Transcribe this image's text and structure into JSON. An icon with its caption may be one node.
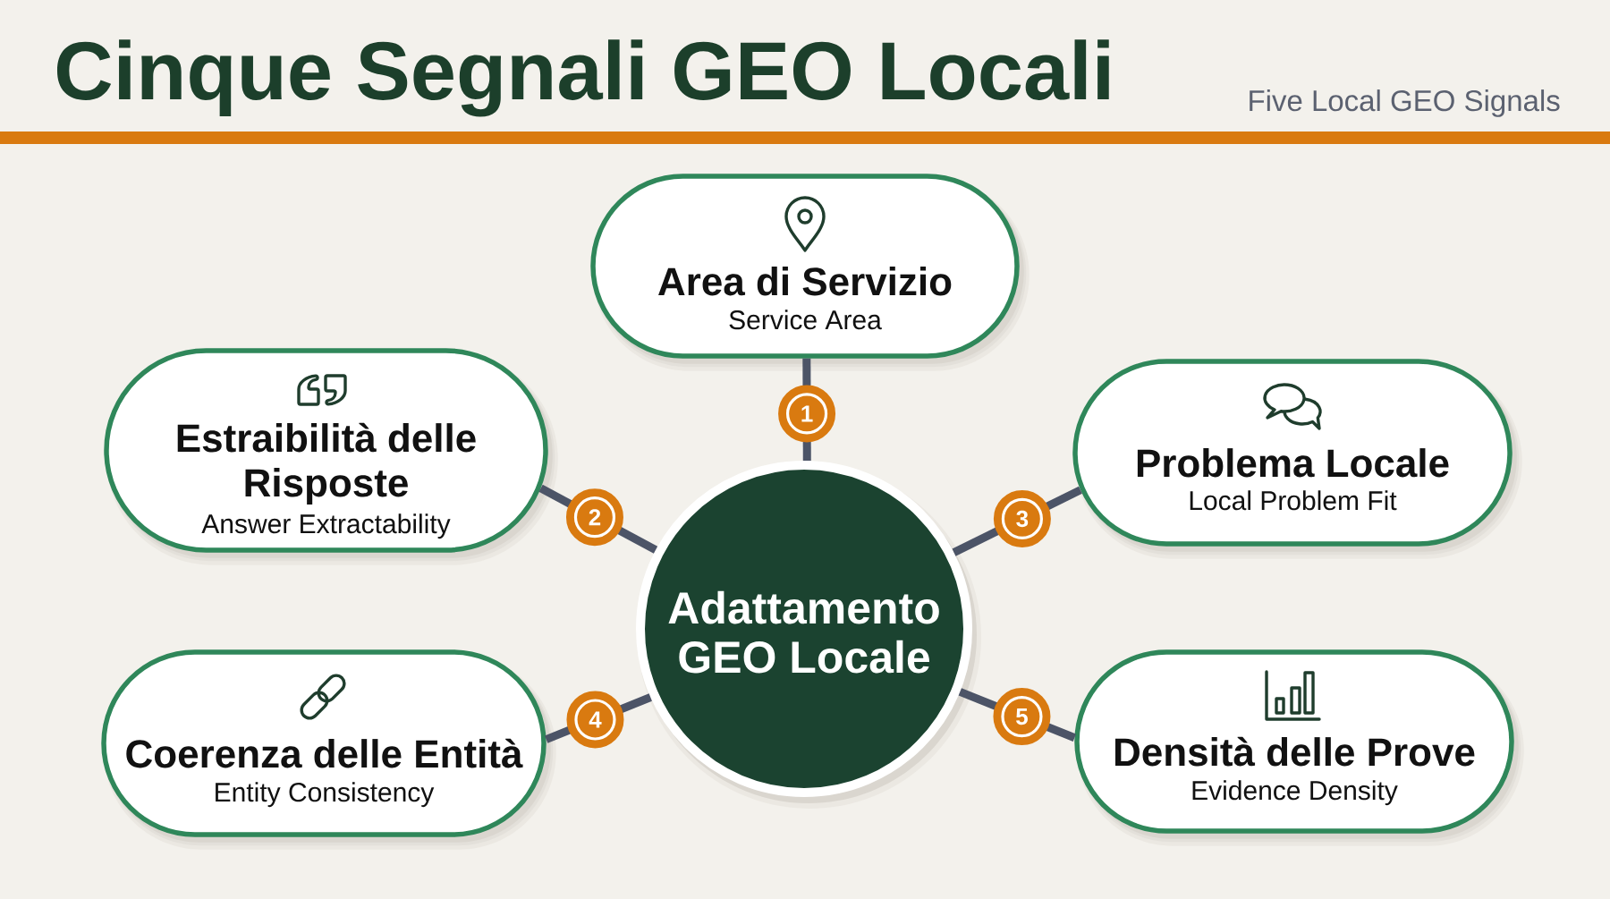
{
  "diagram": {
    "title": "Cinque Segnali GEO Locali",
    "nodes": [
      {
        "text": [
          "Area di Servizio",
          "Service Area"
        ]
      },
      {
        "text": [
          "Estraibilità delle Risposte",
          "Answer Extractability"
        ]
      },
      {
        "text": [
          "Problema Locale",
          "Local Problem Fit"
        ]
      },
      {
        "text": [
          "Adattamento GEO Locale"
        ]
      },
      {
        "text": [
          "Coerenza delle Entità",
          "Entity Consistency"
        ]
      },
      {
        "text": [
          "Densità delle Prove",
          "Evidence Density"
        ]
      }
    ],
    "edges": [
      {
        "from": 3,
        "to": 0,
        "arrow": "none",
        "label": "1"
      },
      {
        "from": 3,
        "to": 1,
        "arrow": "none",
        "label": "2"
      },
      {
        "from": 3,
        "to": 2,
        "arrow": "none",
        "label": "3"
      },
      {
        "from": 3,
        "to": 4,
        "arrow": "none",
        "label": "4"
      },
      {
        "from": 3,
        "to": 5,
        "arrow": "none",
        "label": "5"
      }
    ],
    "labels": [
      "Five Local GEO Signals"
    ]
  }
}
